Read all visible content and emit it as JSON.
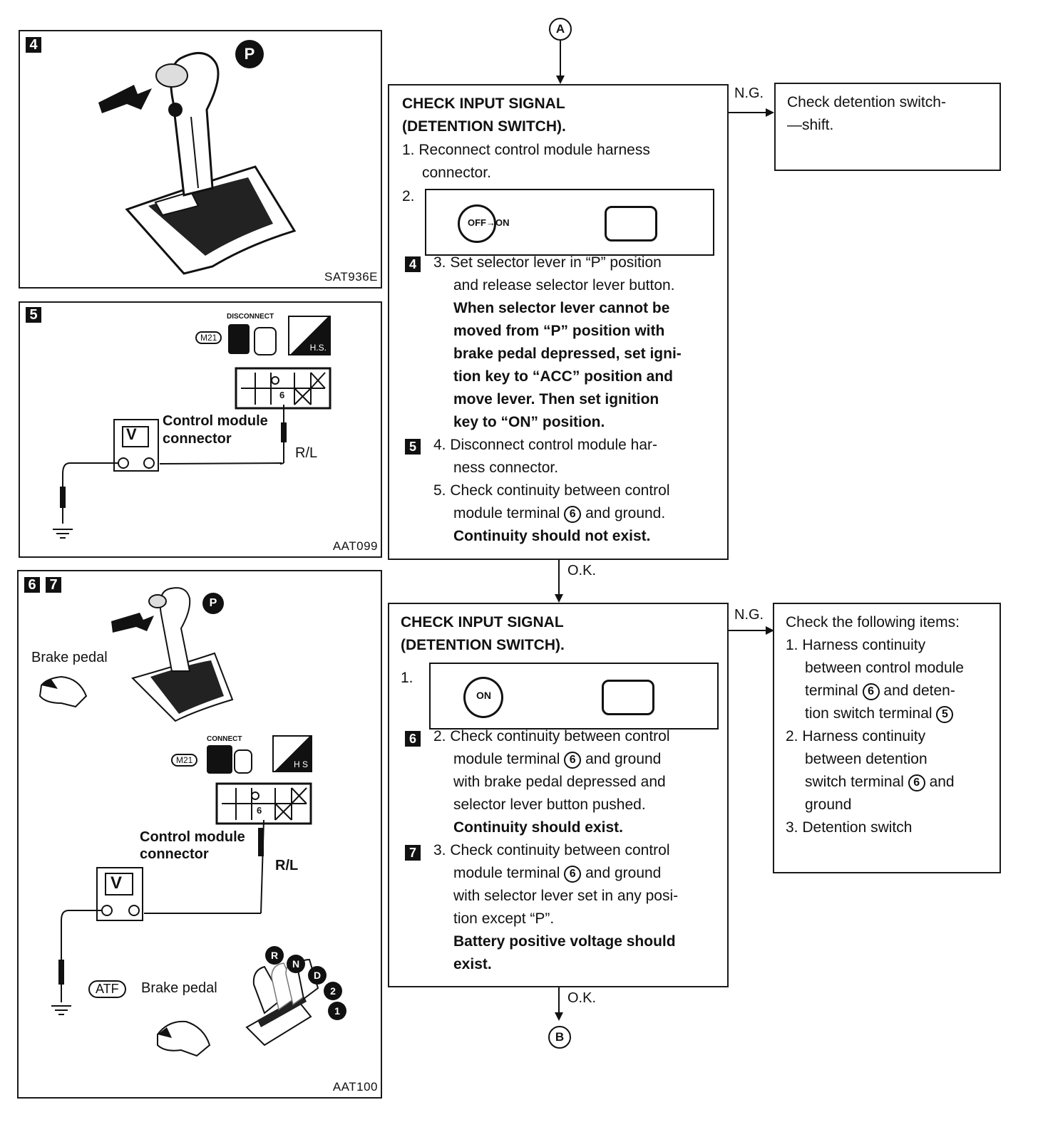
{
  "panels": {
    "p4": {
      "badge": "4",
      "marker": "P",
      "code": "SAT936E"
    },
    "p5": {
      "badge": "5",
      "disconnect_label": "DISCONNECT",
      "connector_id": "M21",
      "hs_label": "H.S.",
      "pin_label": "6",
      "connector_label_1": "Control module",
      "connector_label_2": "connector",
      "wire_label": "R/L",
      "meter": "V",
      "code": "AAT099"
    },
    "p67": {
      "badge_a": "6",
      "badge_b": "7",
      "marker": "P",
      "brake_label": "Brake pedal",
      "connect_label": "CONNECT",
      "connector_id": "M21",
      "hs_label": "H S",
      "pin_label": "6",
      "connector_label_1": "Control module",
      "connector_label_2": "connector",
      "wire_label": "R/L",
      "meter": "V",
      "atf_label": "ATF",
      "brake_label_2": "Brake pedal",
      "positions": [
        "R",
        "N",
        "D",
        "2",
        "1"
      ],
      "code": "AAT100"
    }
  },
  "flow": {
    "start": "A",
    "end": "B",
    "ng_label": "N.G.",
    "ok_label": "O.K.",
    "box1": {
      "title_1": "CHECK INPUT SIGNAL",
      "title_2": "(DETENTION SWITCH).",
      "step1_a": "1. Reconnect control module harness",
      "step1_b": "connector.",
      "step2": "2.",
      "key_label": "OFF→ON",
      "step3_badge": "4",
      "step3_a": "3. Set selector lever in “P” position",
      "step3_b": "and release selector lever button.",
      "bold_1": "When selector lever cannot be",
      "bold_2": "moved from “P” position with",
      "bold_3": "brake pedal depressed, set igni-",
      "bold_4": "tion key to “ACC” position and",
      "bold_5": "move lever. Then set ignition",
      "bold_6": "key to “ON” position.",
      "step4_badge": "5",
      "step4_a": "4. Disconnect control module har-",
      "step4_b": "ness connector.",
      "step5_a": "5. Check continuity between control",
      "step5_b_pre": "module terminal",
      "step5_terminal": "6",
      "step5_b_post": "and ground.",
      "step5_result": "Continuity should not exist."
    },
    "ng1": {
      "line_1": "Check detention switch-",
      "line_2": "—shift."
    },
    "box2": {
      "title_1": "CHECK INPUT SIGNAL",
      "title_2": "(DETENTION SWITCH).",
      "step1": "1.",
      "key_label": "ON",
      "step2_badge": "6",
      "step2_a": "2. Check continuity between control",
      "step2_b_pre": "module terminal",
      "step2_terminal": "6",
      "step2_b_post": "and ground",
      "step2_c": "with brake pedal depressed and",
      "step2_d": "selector lever button pushed.",
      "step2_result": "Continuity should exist.",
      "step3_badge": "7",
      "step3_a": "3. Check continuity between control",
      "step3_b_pre": "module terminal",
      "step3_terminal": "6",
      "step3_b_post": "and ground",
      "step3_c": "with selector lever set in any posi-",
      "step3_d": "tion except “P”.",
      "step3_result_1": "Battery positive voltage should",
      "step3_result_2": "exist."
    },
    "ng2": {
      "title": "Check the following items:",
      "i1_a": "1. Harness continuity",
      "i1_b": "between control module",
      "i1_c_pre": "terminal",
      "i1_c_t": "6",
      "i1_c_post": "and deten-",
      "i1_d_pre": "tion switch terminal",
      "i1_d_t": "5",
      "i2_a": "2. Harness continuity",
      "i2_b": "between detention",
      "i2_c_pre": "switch terminal",
      "i2_c_t": "6",
      "i2_c_post": "and",
      "i2_d": "ground",
      "i3": "3. Detention switch"
    }
  }
}
